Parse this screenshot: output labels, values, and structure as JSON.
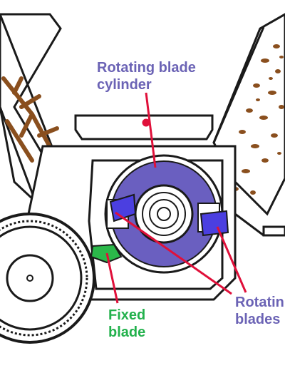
{
  "labels": {
    "rotating_cylinder": {
      "line1": "Rotating blade",
      "line2": "cylinder"
    },
    "fixed_blade": {
      "line1": "Fixed",
      "line2": "blade"
    },
    "rotating_blades": {
      "line1": "Rotatin",
      "line2": "blades"
    }
  },
  "colors": {
    "cylinder_label": "#6b63b5",
    "cylinder_fill": "#6a5fc0",
    "blade_fill": "#4b3fe0",
    "fixed_label": "#22b14c",
    "fixed_blade_fill": "#2bb84a",
    "rotating_label": "#6b63b5",
    "pointer_line": "#e0103a",
    "wood": "#8a4f1e",
    "outline": "#1a1a1a"
  },
  "icons": [
    "shredder-diagram",
    "wheel-icon"
  ]
}
